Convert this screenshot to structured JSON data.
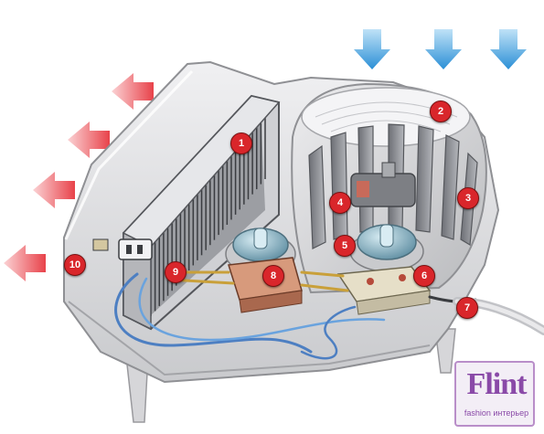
{
  "diagram": {
    "callouts": [
      {
        "label": "1"
      },
      {
        "label": "2"
      },
      {
        "label": "3"
      },
      {
        "label": "4"
      },
      {
        "label": "5"
      },
      {
        "label": "6"
      },
      {
        "label": "7"
      },
      {
        "label": "8"
      },
      {
        "label": "9"
      },
      {
        "label": "10"
      }
    ],
    "airflow": {
      "intake_color": "#3d9ee0",
      "exhaust_color": "#e8424a"
    },
    "colors": {
      "housing": "#e4e4e6",
      "housing_shadow": "#a9aaae",
      "fan_blades": "#8e9096",
      "knob": "#8fb4c4",
      "relay_block": "#d79a7c",
      "marker": "#d9262b"
    }
  },
  "logo": {
    "word": "Flint",
    "tagline": "fashion интерьер"
  }
}
